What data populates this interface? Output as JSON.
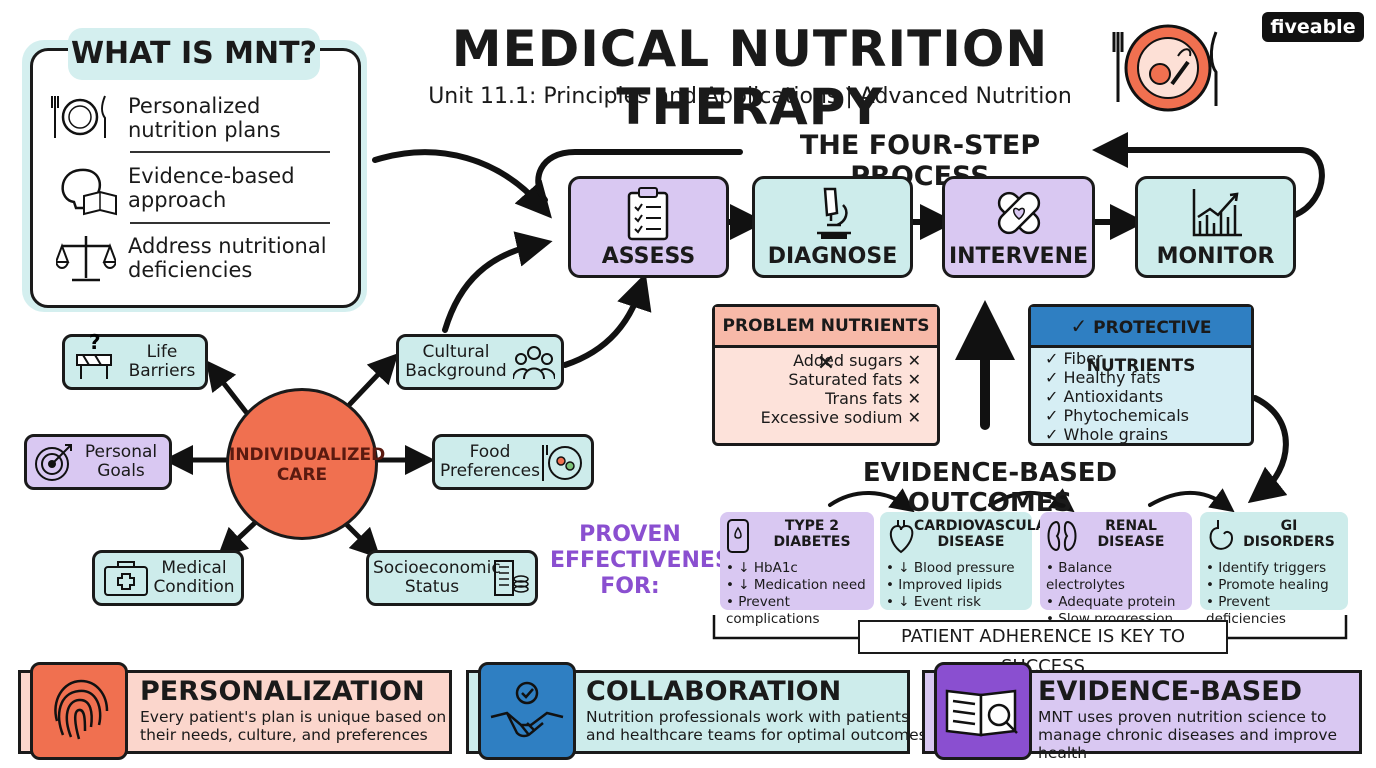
{
  "header": {
    "title": "MEDICAL NUTRITION THERAPY",
    "subtitle": "Unit 11.1: Principles and Applications | Advanced Nutrition",
    "logo": "fiveable"
  },
  "what_is_mnt": {
    "title": "WHAT IS MNT?",
    "items": [
      {
        "line1": "Personalized",
        "line2": "nutrition plans",
        "icon": "plate-utensils-icon"
      },
      {
        "line1": "Evidence-based",
        "line2": "approach",
        "icon": "brain-book-icon"
      },
      {
        "line1": "Address nutritional",
        "line2": "deficiencies",
        "icon": "scale-icon"
      }
    ]
  },
  "process": {
    "title": "THE FOUR-STEP PROCESS",
    "steps": [
      {
        "label": "ASSESS",
        "icon": "clipboard-icon"
      },
      {
        "label": "DIAGNOSE",
        "icon": "microscope-icon"
      },
      {
        "label": "INTERVENE",
        "icon": "bandage-icon"
      },
      {
        "label": "MONITOR",
        "icon": "chart-icon"
      }
    ]
  },
  "individualized": {
    "center_line1": "INDIVIDUALIZED",
    "center_line2": "CARE",
    "factors": {
      "life_barriers": {
        "line1": "Life",
        "line2": "Barriers"
      },
      "cultural": {
        "line1": "Cultural",
        "line2": "Background"
      },
      "personal_goals": {
        "line1": "Personal",
        "line2": "Goals"
      },
      "food_prefs": {
        "line1": "Food",
        "line2": "Preferences"
      },
      "medical": {
        "line1": "Medical",
        "line2": "Condition"
      },
      "socio": {
        "line1": "Socioeconomic",
        "line2": "Status"
      }
    }
  },
  "problem_nutrients": {
    "title": "PROBLEM NUTRIENTS",
    "items": [
      "Added sugars",
      "Saturated fats",
      "Trans fats",
      "Excessive sodium"
    ]
  },
  "protective_nutrients": {
    "title": "PROTECTIVE NUTRIENTS",
    "items": [
      "Fiber",
      "Healthy fats",
      "Antioxidants",
      "Phytochemicals",
      "Whole grains"
    ]
  },
  "outcomes": {
    "title": "EVIDENCE-BASED OUTCOMES",
    "proven_line1": "PROVEN",
    "proven_line2": "EFFECTIVENESS",
    "proven_line3": "FOR:",
    "cards": [
      {
        "title1": "TYPE 2",
        "title2": "DIABETES",
        "items": [
          "• ↓ HbA1c",
          "• ↓ Medication need",
          "• Prevent complications"
        ]
      },
      {
        "title1": "CARDIOVASCULAR",
        "title2": "DISEASE",
        "items": [
          "• ↓ Blood pressure",
          "• Improved lipids",
          "• ↓ Event risk"
        ]
      },
      {
        "title1": "RENAL",
        "title2": "DISEASE",
        "items": [
          "• Balance electrolytes",
          "• Adequate protein",
          "• Slow progression"
        ]
      },
      {
        "title1": "GI",
        "title2": "DISORDERS",
        "items": [
          "• Identify triggers",
          "• Promote healing",
          "• Prevent deficiencies"
        ]
      }
    ],
    "adherence": "PATIENT ADHERENCE IS KEY TO SUCCESS"
  },
  "banners": [
    {
      "title": "PERSONALIZATION",
      "line1": "Every patient's plan is unique based on",
      "line2": "their needs, culture, and preferences"
    },
    {
      "title": "COLLABORATION",
      "line1": "Nutrition professionals work with patients",
      "line2": "and healthcare teams for optimal outcomes"
    },
    {
      "title": "EVIDENCE-BASED",
      "line1": "MNT uses proven nutrition science to",
      "line2": "manage chronic diseases and improve health"
    }
  ],
  "colors": {
    "purple": "#d9c8f2",
    "teal": "#cdeceb",
    "coral": "#f07050",
    "pink": "#fbd6cc",
    "blue": "#2f7fc2"
  }
}
